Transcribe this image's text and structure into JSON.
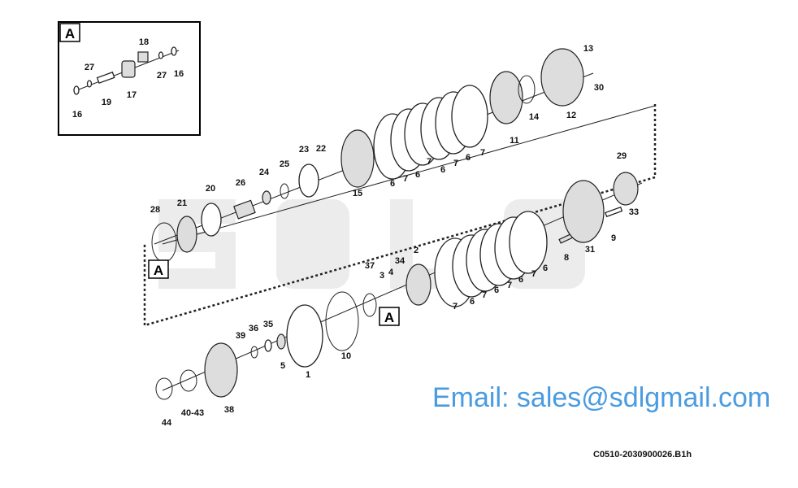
{
  "inset": {
    "title": "A",
    "callouts": [
      "18",
      "27",
      "27",
      "16",
      "19",
      "17",
      "16"
    ]
  },
  "upper": {
    "callouts": [
      "13",
      "30",
      "12",
      "14",
      "11",
      "7",
      "6",
      "7",
      "6",
      "7",
      "6",
      "7",
      "6",
      "15",
      "23",
      "22",
      "25",
      "24",
      "26",
      "20",
      "21",
      "28"
    ],
    "ref_box": "A"
  },
  "lower": {
    "callouts": [
      "29",
      "33",
      "9",
      "31",
      "8",
      "6",
      "7",
      "6",
      "7",
      "6",
      "7",
      "6",
      "7",
      "2",
      "34",
      "4",
      "3",
      "37",
      "10",
      "1",
      "5",
      "35",
      "36",
      "39",
      "38",
      "40-43",
      "44"
    ],
    "ref_box": "A"
  },
  "watermark": "Email: sales@sdlgmail.com",
  "logo_text": "SDLG",
  "drawing_code": "C0510-2030900026.B1h"
}
